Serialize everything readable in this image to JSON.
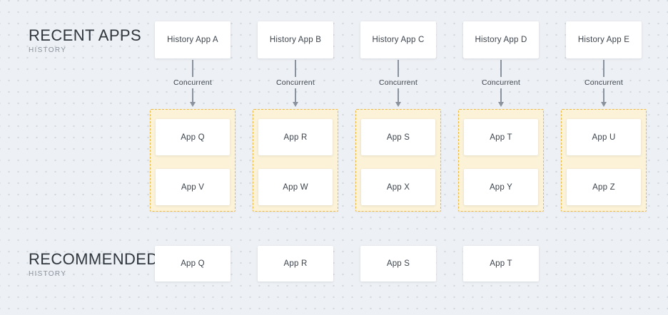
{
  "page": {
    "background_color": "#edf0f4",
    "group_fill_color": "#fbf2d8",
    "group_border_color": "#efb845",
    "arrow_color": "#8a939d",
    "text_color": "#3d444d"
  },
  "recent_section": {
    "title": "RECENT APPS",
    "subtitle": "HISTORY",
    "columns": [
      {
        "history_app": "History App A",
        "arrow_label": "Concurrent",
        "apps": [
          "App Q",
          "App V"
        ]
      },
      {
        "history_app": "History App B",
        "arrow_label": "Concurrent",
        "apps": [
          "App R",
          "App W"
        ]
      },
      {
        "history_app": "History App C",
        "arrow_label": "Concurrent",
        "apps": [
          "App S",
          "App X"
        ]
      },
      {
        "history_app": "History App D",
        "arrow_label": "Concurrent",
        "apps": [
          "App T",
          "App Y"
        ]
      },
      {
        "history_app": "History App E",
        "arrow_label": "Concurrent",
        "apps": [
          "App U",
          "App Z"
        ]
      }
    ]
  },
  "recommended_section": {
    "title": "RECOMMENDED",
    "subtitle": "HISTORY",
    "apps": [
      "App Q",
      "App R",
      "App S",
      "App T"
    ]
  }
}
